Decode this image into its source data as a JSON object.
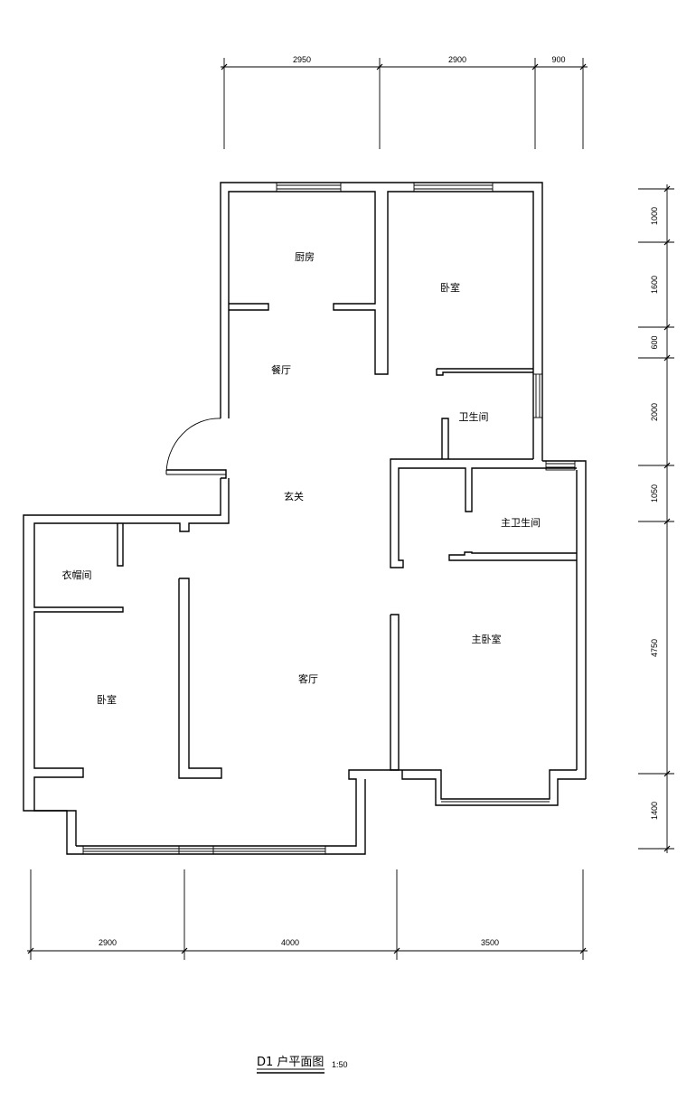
{
  "rooms": {
    "kitchen": "厨房",
    "bedroom_north": "卧室",
    "dining": "餐厅",
    "bathroom": "卫生间",
    "foyer": "玄关",
    "master_bathroom": "主卫生间",
    "cloakroom": "衣帽间",
    "master_bedroom": "主卧室",
    "bedroom_west": "卧室",
    "living_room": "客厅"
  },
  "dimensions": {
    "top": [
      "2950",
      "2900",
      "900"
    ],
    "bottom": [
      "2900",
      "4000",
      "3500"
    ],
    "right": [
      "1000",
      "1600",
      "600",
      "2000",
      "1050",
      "4750",
      "1400"
    ]
  },
  "title": {
    "name": "D1 户平面图",
    "scale": "1:50"
  }
}
